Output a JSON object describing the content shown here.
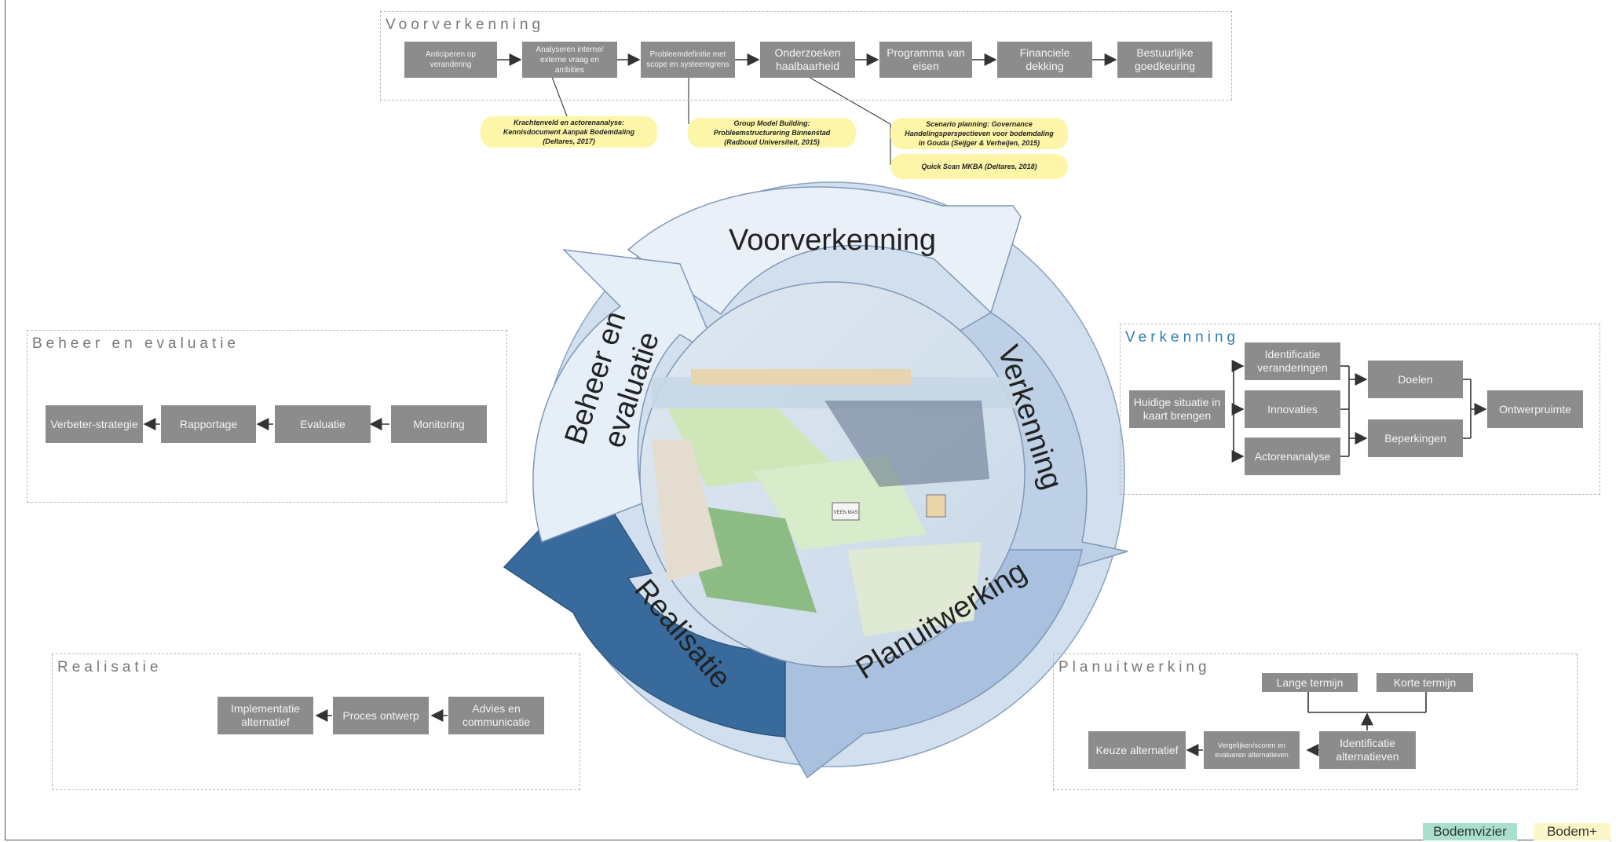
{
  "colors": {
    "box": "#8c8c8c",
    "note": "#fdf6a8",
    "cycle_light": "#e6eef8",
    "cycle_mid": "#b9cde4",
    "cycle_dark": "#396a9c",
    "legend_bodemvizier": "#a8e0cc",
    "legend_bodemplus": "#fdf6c8"
  },
  "voorverkenning": {
    "title": "Voorverkenning",
    "steps": [
      "Anticiperen op verandering",
      "Analyseren interne/ externe vraag en ambities",
      "Probleemdefinitie met scope en systeemgrens",
      "Onderzoeken haalbaarheid",
      "Programma van eisen",
      "Financiele dekking",
      "Bestuurlijke goedkeuring"
    ],
    "notes": [
      "Krachtenveld en actorenanalyse: Kennisdocument Aanpak Bodemdaling (Deltares, 2017)",
      "Group Model Building: Probleemstructurering Binnenstad (Radboud Universiteit, 2015)",
      "Scenario planning: Governance Handelingsperspectieven voor bodemdaling in Gouda (Seijger & Verheijen, 2015)",
      "Quick Scan MKBA (Deltares, 2018)"
    ]
  },
  "verkenning": {
    "title": "Verkenning",
    "start": "Huidige situatie in kaart brengen",
    "middle": [
      "Identificatie veranderingen",
      "Innovaties",
      "Actorenanalyse"
    ],
    "right": [
      "Doelen",
      "Beperkingen"
    ],
    "end": "Ontwerpruimte"
  },
  "beheer": {
    "title": "Beheer en evaluatie",
    "steps": [
      "Verbeter-strategie",
      "Rapportage",
      "Evaluatie",
      "Monitoring"
    ]
  },
  "realisatie": {
    "title": "Realisatie",
    "steps": [
      "Implementatie alternatief",
      "Proces ontwerp",
      "Advies en communicatie"
    ]
  },
  "planuitwerking": {
    "title": "Planuitwerking",
    "top": [
      "Lange termijn",
      "Korte termijn"
    ],
    "steps": [
      "Keuze alternatief",
      "Vergelijken/scoren en evalueren alternatieven",
      "Identificatie alternatieven"
    ]
  },
  "cycle": {
    "voorverkenning": "Voorverkenning",
    "verkenning": "Verkenning",
    "planuitwerking": "Planuitwerking",
    "realisatie": "Realisatie",
    "beheer_line1": "Beheer en",
    "beheer_line2": "evaluatie",
    "sign": "VEEN MAS"
  },
  "legend": {
    "bodemvizier": "Bodemvizier",
    "bodemplus": "Bodem+"
  }
}
